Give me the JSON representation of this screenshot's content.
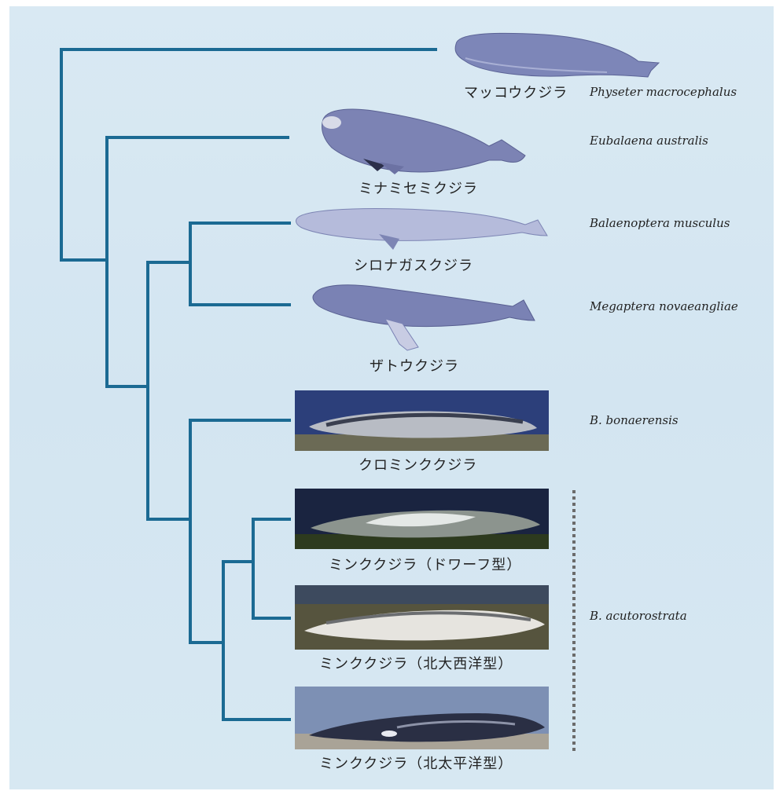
{
  "colors": {
    "tree": "#1b6a93",
    "background": "#d6e7f2",
    "dotted": "#6b6b6b"
  },
  "taxa": [
    {
      "jp": "マッコウクジラ",
      "sci": "Physeter macrocephalus",
      "image": "sperm-whale-illustration"
    },
    {
      "jp": "ミナミセミクジラ",
      "sci": "Eubalaena australis",
      "image": "right-whale-illustration"
    },
    {
      "jp": "シロナガスクジラ",
      "sci": "Balaenoptera musculus",
      "image": "blue-whale-illustration"
    },
    {
      "jp": "ザトウクジラ",
      "sci": "Megaptera novaeangliae",
      "image": "humpback-whale-illustration"
    },
    {
      "jp": "クロミンククジラ",
      "sci": "B. bonaerensis",
      "image": "antarctic-minke-photo"
    },
    {
      "jp": "ミンククジラ（ドワーフ型）",
      "sci": "",
      "image": "dwarf-minke-photo"
    },
    {
      "jp": "ミンククジラ（北大西洋型）",
      "sci": "",
      "image": "north-atlantic-minke-photo"
    },
    {
      "jp": "ミンククジラ（北太平洋型）",
      "sci": "",
      "image": "north-pacific-minke-photo"
    }
  ],
  "group_label": "B. acutorostrata"
}
